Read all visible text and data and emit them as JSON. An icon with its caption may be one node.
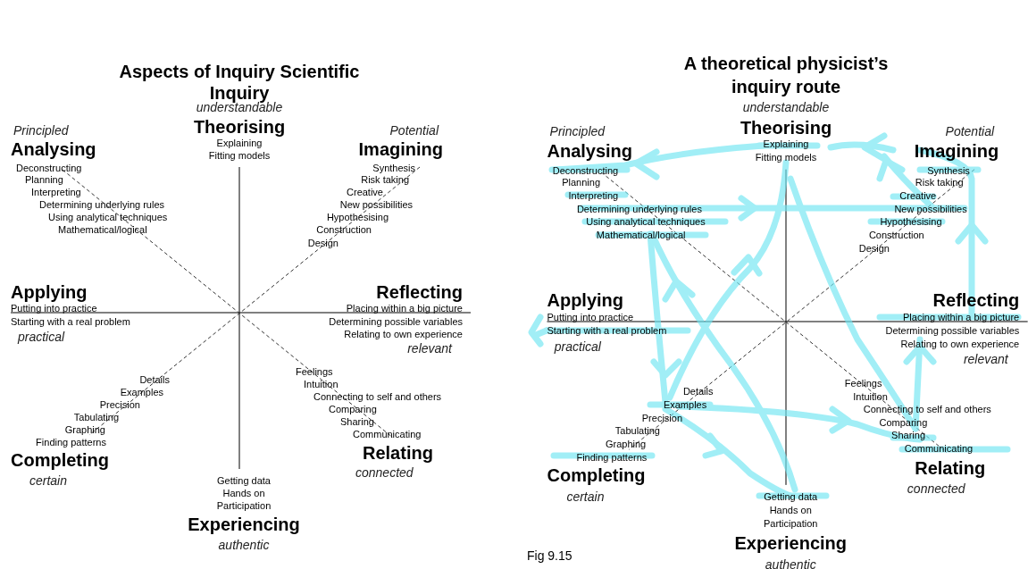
{
  "diagram": {
    "caption": "Fig 9.15",
    "labels": [
      "Aspects of Inquiry Scientific Inquiry",
      "understandable",
      "Theorising",
      "Explaining",
      "Fitting models",
      "Principled",
      "Analysing",
      "Deconstructing",
      "Planning",
      "Interpreting",
      "Determining underlying rules",
      "Using analytical techniques",
      "Mathematical/logical",
      "Potential",
      "Imagining",
      "Synthesis",
      "Risk taking",
      "Creative",
      "New possibilities",
      "Hypothesising",
      "Construction",
      "Design",
      "Applying",
      "Putting into practice",
      "Starting with a real problem",
      "practical",
      "Reflecting",
      "Placing within a big picture",
      "Determining possible variables",
      "Relating to own experience",
      "relevant",
      "Details",
      "Examples",
      "Precision",
      "Tabulating",
      "Graphing",
      "Finding patterns",
      "Completing",
      "certain",
      "Feelings",
      "Intuition",
      "Connecting to self and others",
      "Comparing",
      "Sharing",
      "Communicating",
      "Relating",
      "connected",
      "Getting data",
      "Hands on",
      "Participation",
      "Experiencing",
      "authentic",
      "A theoretical physicist’s inquiry route",
      "understandable",
      "Theorising",
      "Explaining",
      "Fitting models",
      "Principled",
      "Analysing",
      "Deconstructing",
      "Planning",
      "Interpreting",
      "Determining underlying rules",
      "Using analytical techniques",
      "Mathematical/logical",
      "Potential",
      "Imagining",
      "Synthesis",
      "Risk taking",
      "Creative",
      "New possibilities",
      "Hypothesising",
      "Construction",
      "Design",
      "Applying",
      "Putting into practice",
      "Starting with a real problem",
      "practical",
      "Reflecting",
      "Placing within a big picture",
      "Determining possible variables",
      "Relating to own experience",
      "relevant",
      "Details",
      "Examples",
      "Precision",
      "Tabulating",
      "Graphing",
      "Finding patterns",
      "Completing",
      "certain",
      "Feelings",
      "Intuition",
      "Connecting to self and others",
      "Comparing",
      "Sharing",
      "Communicating",
      "Relating",
      "connected",
      "Getting data",
      "Hands on",
      "Participation",
      "Experiencing",
      "authentic"
    ]
  }
}
